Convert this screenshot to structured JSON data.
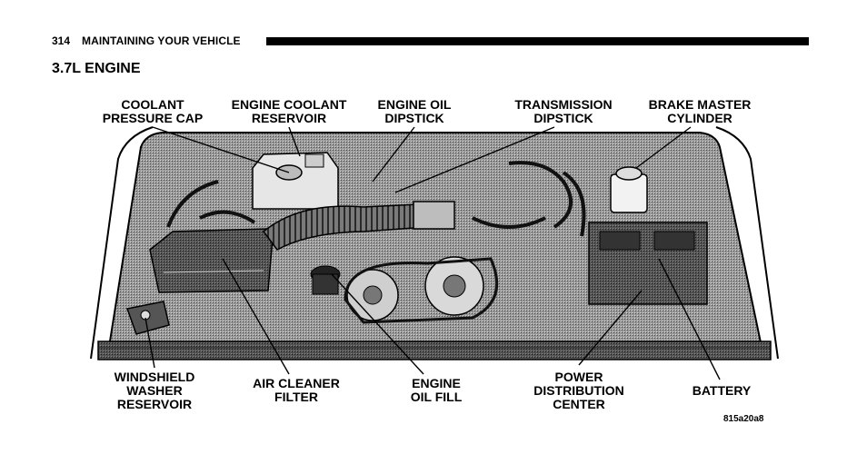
{
  "header": {
    "page_number": "314",
    "title": "MAINTAINING YOUR VEHICLE"
  },
  "section_title": "3.7L ENGINE",
  "callouts": {
    "coolant_pressure_cap": "COOLANT\nPRESSURE CAP",
    "engine_coolant_reservoir": "ENGINE COOLANT\nRESERVOIR",
    "engine_oil_dipstick": "ENGINE OIL\nDIPSTICK",
    "transmission_dipstick": "TRANSMISSION\nDIPSTICK",
    "brake_master_cylinder": "BRAKE MASTER\nCYLINDER",
    "windshield_washer_reservoir": "WINDSHIELD\nWASHER\nRESERVOIR",
    "air_cleaner_filter": "AIR CLEANER\nFILTER",
    "engine_oil_fill": "ENGINE\nOIL FILL",
    "power_distribution_center": "POWER\nDISTRIBUTION\nCENTER",
    "battery": "BATTERY"
  },
  "figure_code": "815a20a8"
}
